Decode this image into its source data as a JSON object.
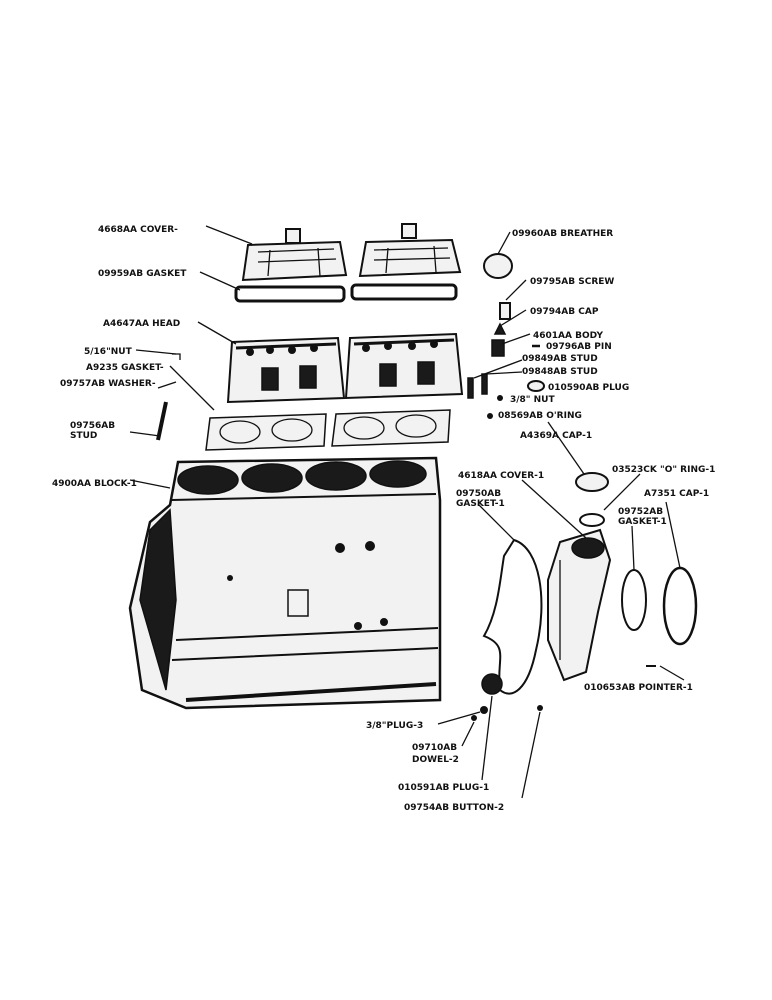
{
  "labels": {
    "cover": "4668AA COVER-",
    "gasket_cover": "09959AB GASKET",
    "head": "A4647AA HEAD",
    "nut": "5/16\"NUT",
    "gasket_a9235": "A9235 GASKET-",
    "washer": "09757AB WASHER-",
    "stud_09756": "09756AB",
    "stud_word": "STUD",
    "block": "4900AA BLOCK-1",
    "breather": "09960AB BREATHER",
    "screw": "09795AB SCREW",
    "cap": "09794AB CAP",
    "body": "4601AA BODY",
    "pin": "09796AB PIN",
    "stud_09849": "09849AB STUD",
    "stud_09848": "09848AB STUD",
    "plug_010590": "010590AB PLUG",
    "nut_38": "3/8\" NUT",
    "oring": "08569AB O'RING",
    "cap_a4369": "A4369A CAP-1",
    "cover_4618": "4618AA COVER-1",
    "oring_03523": "03523CK \"O\" RING-1",
    "gasket_09750": "09750AB",
    "gasket_09750_b": "GASKET-1",
    "cap_a7351": "A7351 CAP-1",
    "gasket_09752": "09752AB",
    "gasket_09752_b": "GASKET-1",
    "pointer": "010653AB POINTER-1",
    "plug_38": "3/8\"PLUG-3",
    "dowel": "09710AB",
    "dowel_b": "DOWEL-2",
    "plug_010591": "010591AB PLUG-1",
    "button": "09754AB BUTTON-2"
  }
}
